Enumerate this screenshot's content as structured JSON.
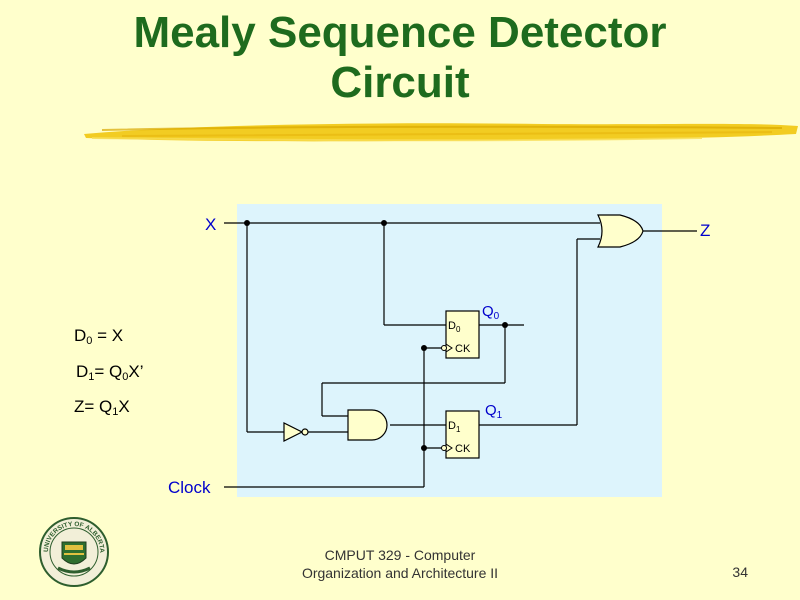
{
  "slide": {
    "title_line1": "Mealy Sequence Detector",
    "title_line2": "Circuit",
    "footer_line1": "CMPUT 329 - Computer",
    "footer_line2": "Organization and Architecture II",
    "page_number": "34",
    "logo_text": "UNIVERSITY OF ALBERTA"
  },
  "equations": {
    "d0": {
      "lhs": "D",
      "lhs_sub": "0",
      "rhs": " = X"
    },
    "d1": {
      "lhs": "D",
      "lhs_sub": "1",
      "eq": "= Q",
      "q_sub": "0",
      "rhs": "X’"
    },
    "z": {
      "lhs": "Z= Q",
      "q_sub": "1",
      "rhs": "X"
    }
  },
  "circuit": {
    "input_x": "X",
    "output_z": "Z",
    "clock": "Clock",
    "ff0": {
      "d": "D",
      "d_sub": "0",
      "ck": "CK",
      "q": "Q",
      "q_sub": "0"
    },
    "ff1": {
      "d": "D",
      "d_sub": "1",
      "ck": "CK",
      "q": "Q",
      "q_sub": "1"
    }
  },
  "colors": {
    "title": "#1E6B1E",
    "background": "#FFFFCC",
    "circuit_panel": "#DDF4FC",
    "signal_label": "#0000CC"
  }
}
